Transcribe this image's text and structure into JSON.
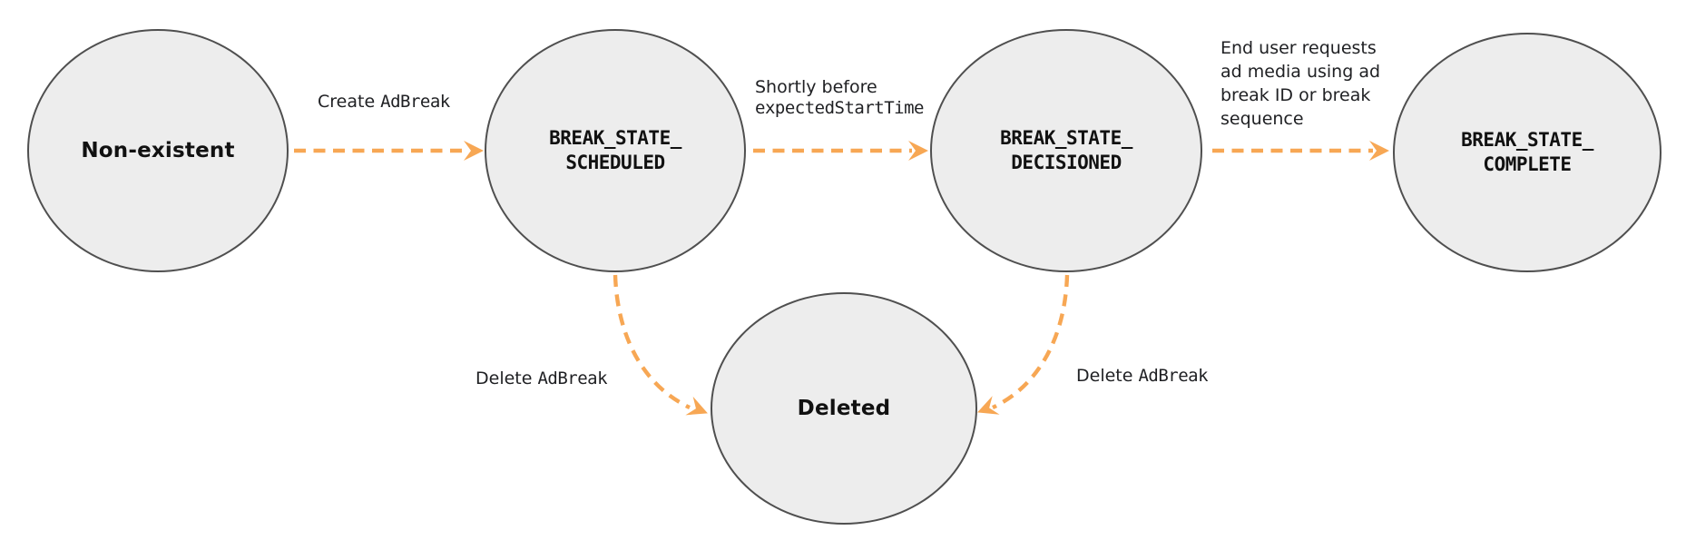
{
  "diagram": {
    "type": "state-transition-diagram",
    "subject": "Ad break lifecycle states",
    "colors": {
      "arrow": "#F7A754",
      "node_fill": "#EDEDED",
      "node_border": "#4F4F4F",
      "node_text": "#111111",
      "label_text": "#202124",
      "canvas_bg": "#ffffff"
    },
    "nodes": [
      {
        "id": "non-existent",
        "name": "Non-existent",
        "lines": [
          "Non-existent"
        ],
        "text_style": "sans"
      },
      {
        "id": "break-state-scheduled",
        "name": "BREAK_STATE_SCHEDULED",
        "lines": [
          "BREAK_STATE_",
          "SCHEDULED"
        ],
        "text_style": "mono"
      },
      {
        "id": "break-state-decisioned",
        "name": "BREAK_STATE_DECISIONED",
        "lines": [
          "BREAK_STATE_",
          "DECISIONED"
        ],
        "text_style": "mono"
      },
      {
        "id": "break-state-complete",
        "name": "BREAK_STATE_COMPLETE",
        "lines": [
          "BREAK_STATE_",
          "COMPLETE"
        ],
        "text_style": "mono"
      },
      {
        "id": "deleted",
        "name": "Deleted",
        "lines": [
          "Deleted"
        ],
        "text_style": "sans"
      }
    ],
    "edges": [
      {
        "id": "create",
        "from": "Non-existent",
        "to": "BREAK_STATE_SCHEDULED",
        "label_sans": "Create ",
        "label_mono": "AdBreak",
        "style": "dashed-orange-arrow"
      },
      {
        "id": "shortly",
        "from": "BREAK_STATE_SCHEDULED",
        "to": "BREAK_STATE_DECISIONED",
        "label_sans": "Shortly before",
        "label_mono": "expectedStartTime",
        "style": "dashed-orange-arrow"
      },
      {
        "id": "enduser",
        "from": "BREAK_STATE_DECISIONED",
        "to": "BREAK_STATE_COMPLETE",
        "label_sans": "End user requests\nad media using ad\nbreak ID or break\nsequence",
        "label_mono": "",
        "style": "dashed-orange-arrow"
      },
      {
        "id": "delete-left",
        "from": "BREAK_STATE_SCHEDULED",
        "to": "Deleted",
        "label_sans": "Delete ",
        "label_mono": "AdBreak",
        "style": "dashed-orange-arrow-curved"
      },
      {
        "id": "delete-right",
        "from": "BREAK_STATE_DECISIONED",
        "to": "Deleted",
        "label_sans": "Delete ",
        "label_mono": "AdBreak",
        "style": "dashed-orange-arrow-curved"
      }
    ]
  }
}
